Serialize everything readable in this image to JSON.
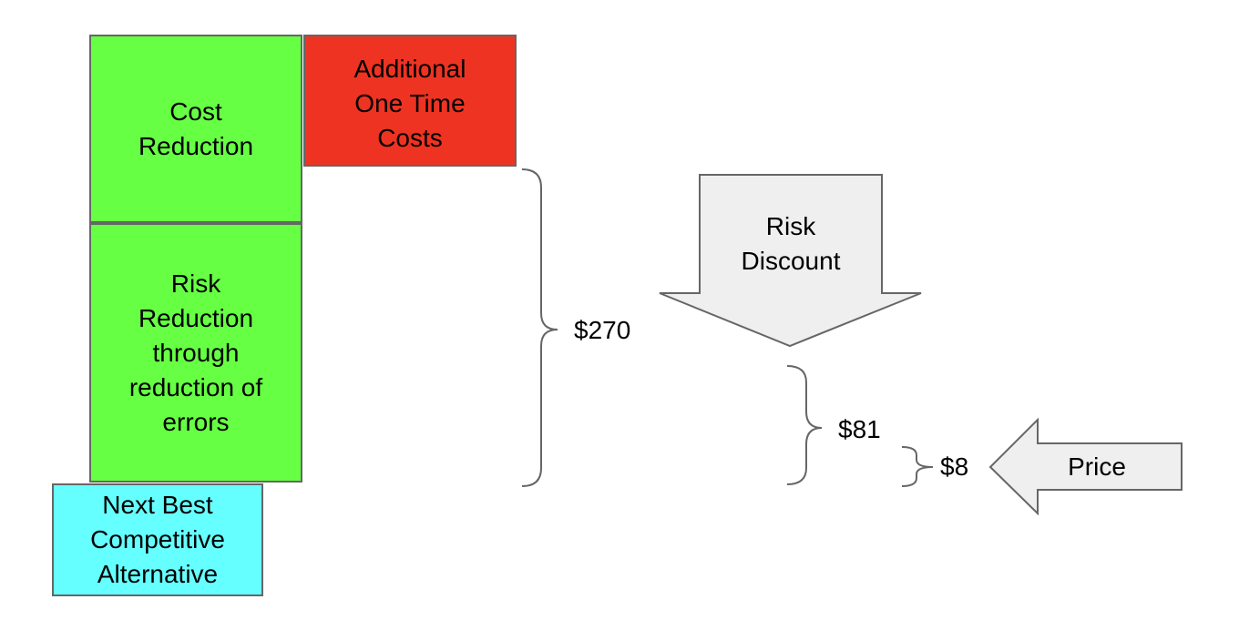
{
  "colors": {
    "green": "#66ff44",
    "red": "#ee3322",
    "cyan": "#66ffff",
    "arrow_fill": "#efefef",
    "stroke": "#666666"
  },
  "blocks": {
    "cost_reduction": "Cost\nReduction",
    "risk_reduction": "Risk\nReduction\nthrough\nreduction of\nerrors",
    "additional_costs": "Additional\nOne Time\nCosts",
    "next_best": "Next Best\nCompetitive\nAlternative"
  },
  "values": {
    "total": "$270",
    "after_risk": "$81",
    "price_value": "$8"
  },
  "arrows": {
    "risk_discount": "Risk\nDiscount",
    "price": "Price"
  }
}
